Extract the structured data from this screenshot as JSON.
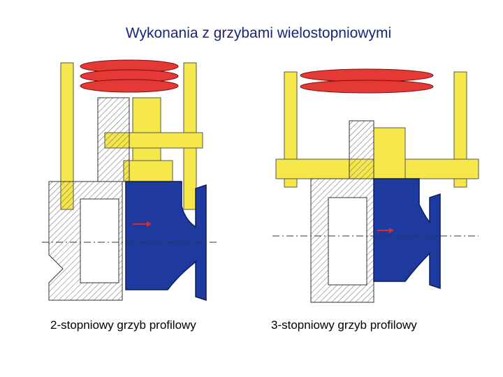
{
  "title": "Wykonania z grzybami wielostopniowymi",
  "captions": {
    "left": "2-stopniowy grzyb profilowy",
    "right": "3-stopniowy grzyb profilowy"
  },
  "colors": {
    "title": "#1a237e",
    "spring": "#e53935",
    "yoke": "#f5e74a",
    "body_blue": "#1e3a9e",
    "flow_arrow": "#d32f2f",
    "hatch": "#555555"
  },
  "icons": [
    "spring-icon",
    "yoke-icon",
    "valve-body-icon",
    "flow-arrow-icon"
  ]
}
